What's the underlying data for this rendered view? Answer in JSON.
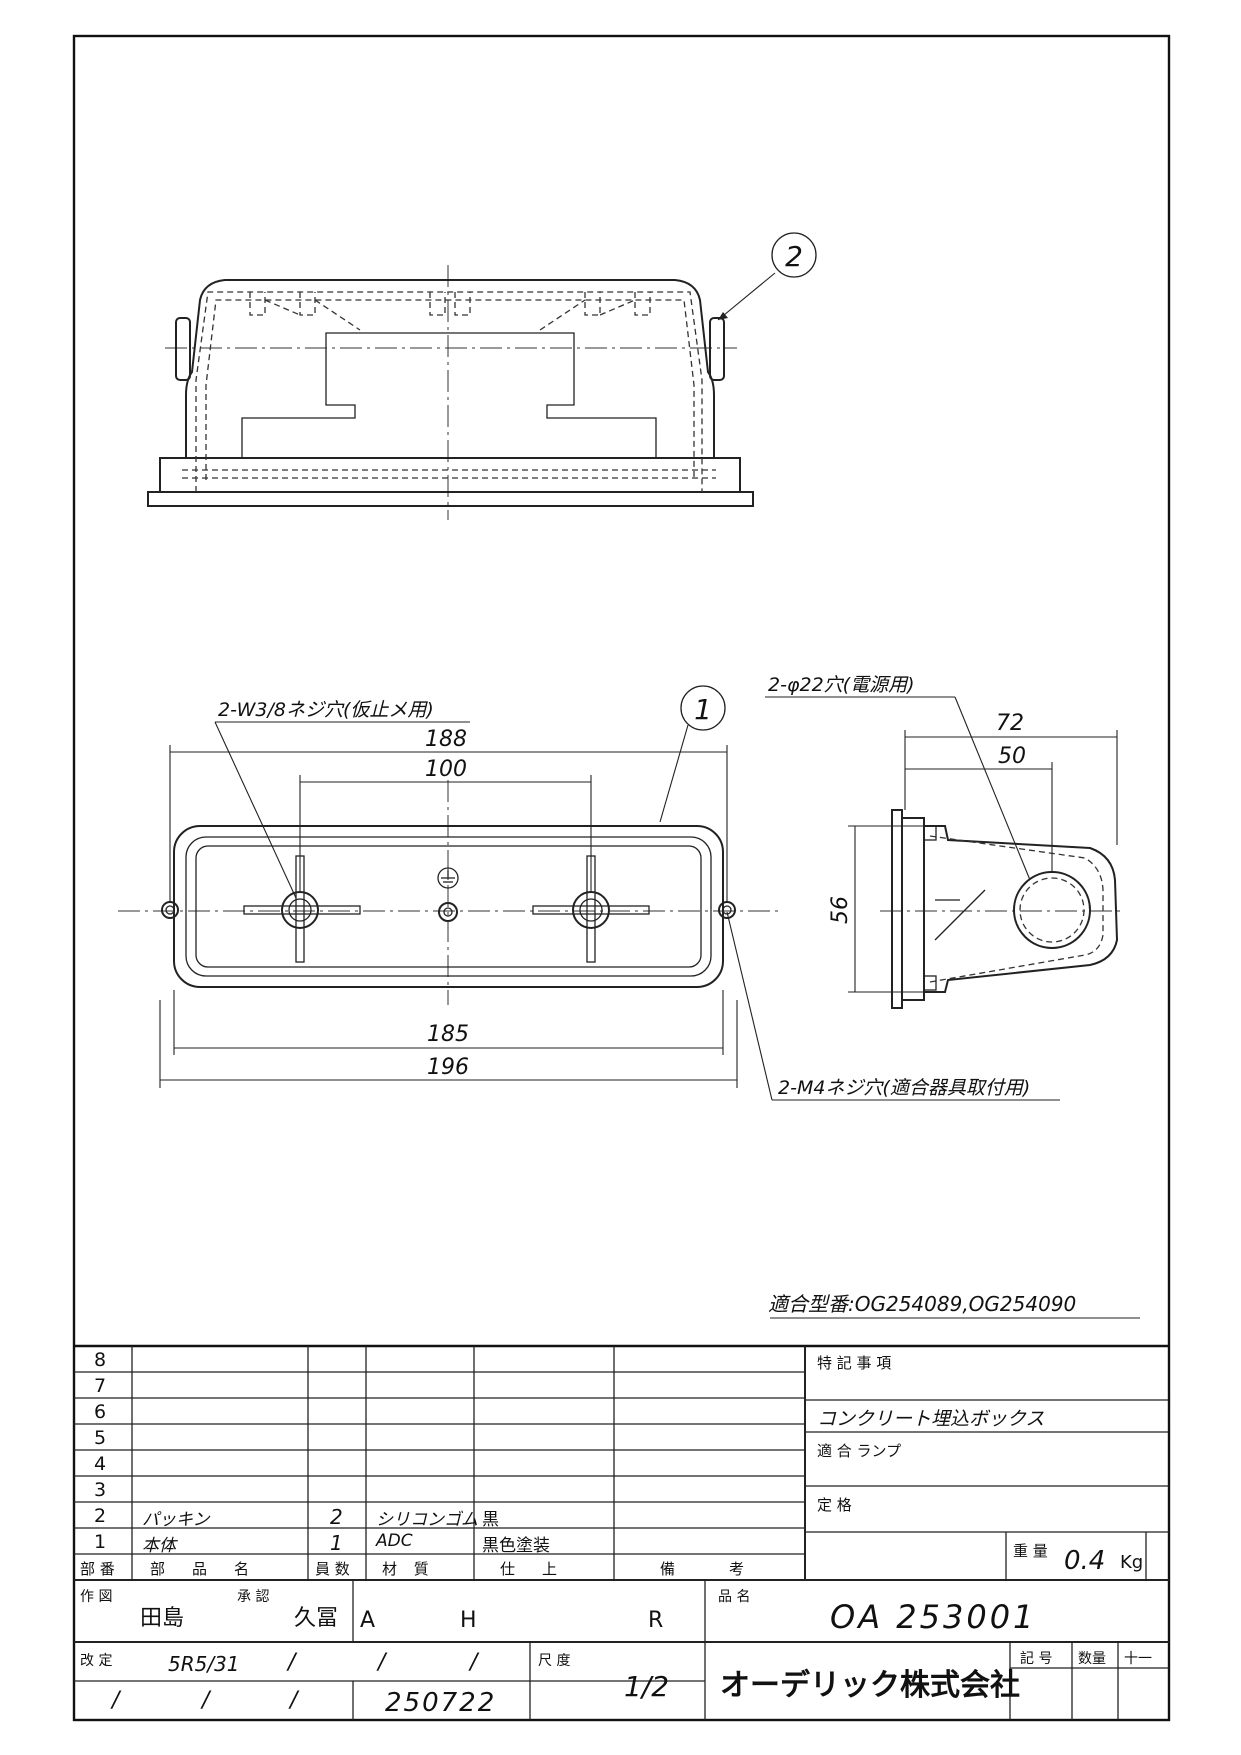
{
  "drawing": {
    "labels": {
      "w38": "2-W3/8ネジ穴(仮止メ用)",
      "phi22": "2-φ22穴(電源用)",
      "m4": "2-M4ネジ穴(適合器具取付用)",
      "compat_models": "適合型番:OG254089,OG254090",
      "part1": "1",
      "part2": "2"
    },
    "dims": {
      "d188": "188",
      "d100": "100",
      "d185": "185",
      "d196": "196",
      "d72": "72",
      "d50": "50",
      "d56": "56"
    }
  },
  "title_block": {
    "rows": [
      {
        "no": "8",
        "name": "",
        "qty": "",
        "material": "",
        "finish": "",
        "remark": ""
      },
      {
        "no": "7",
        "name": "",
        "qty": "",
        "material": "",
        "finish": "",
        "remark": ""
      },
      {
        "no": "6",
        "name": "",
        "qty": "",
        "material": "",
        "finish": "",
        "remark": ""
      },
      {
        "no": "5",
        "name": "",
        "qty": "",
        "material": "",
        "finish": "",
        "remark": ""
      },
      {
        "no": "4",
        "name": "",
        "qty": "",
        "material": "",
        "finish": "",
        "remark": ""
      },
      {
        "no": "3",
        "name": "",
        "qty": "",
        "material": "",
        "finish": "",
        "remark": ""
      },
      {
        "no": "2",
        "name": "パッキン",
        "qty": "2",
        "material": "シリコンゴム",
        "finish": "黒",
        "remark": ""
      },
      {
        "no": "1",
        "name": "本体",
        "qty": "1",
        "material": "ADC",
        "finish": "黒色塗装",
        "remark": ""
      }
    ],
    "headers": {
      "no": "部 番",
      "name": "部　品　名",
      "qty": "員 数",
      "material": "材 質",
      "finish": "仕　上",
      "remark": "備　　考"
    },
    "notes": {
      "special_label": "特 記 事 項",
      "special_value": "コンクリート埋込ボックス",
      "lamp_label": "適 合 ランプ",
      "rating_label": "定 格",
      "weight_label": "重 量",
      "weight_value": "0.4",
      "weight_unit": "Kg"
    },
    "sign": {
      "drawn_label": "作 図",
      "drawn_by": "田島",
      "approved_label": "承 認",
      "approved_by": "久冨",
      "grade_a": "A",
      "grade_h": "H",
      "grade_r": "R",
      "revision_label": "改 定",
      "revision_date": "5R5/31",
      "slash": "/",
      "doc_no": "250722",
      "scale_label": "尺 度",
      "scale_value": "1/2",
      "product_label": "品 名",
      "product_code": "OA 253001",
      "symbol_label": "記 号",
      "count_label": "数量",
      "plusminus_label": "十一",
      "company": "オーデリック株式会社"
    }
  }
}
